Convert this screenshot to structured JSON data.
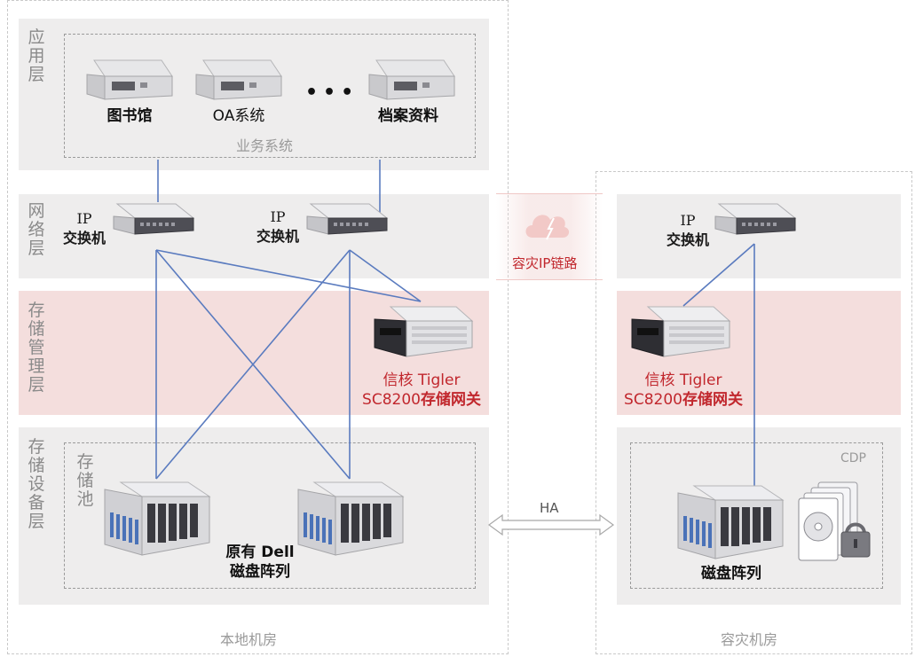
{
  "rooms": {
    "local": "本地机房",
    "dr": "容灾机房"
  },
  "layers": {
    "app": "应用层",
    "network": "网络层",
    "storage_mgmt": "存储管理层",
    "storage_device": "存储设备层"
  },
  "app_layer": {
    "servers": [
      "图书馆",
      "OA系统",
      "档案资料"
    ],
    "ellipsis": "•••",
    "group_label": "业务系统"
  },
  "switches": {
    "line1": "IP",
    "line2": "交换机"
  },
  "link": {
    "label": "容灾IP链路",
    "ha": "HA"
  },
  "gateway": {
    "line1": "信核 Tigler",
    "line2_model": "SC8200",
    "line2_text": "存储网关"
  },
  "storage": {
    "pool": "存储池",
    "local_array_line1": "原有 Dell",
    "local_array_line2": "磁盘阵列",
    "dr_array": "磁盘阵列",
    "cdp": "CDP"
  },
  "colors": {
    "band_gray": "#eeeded",
    "band_pink": "#f4dedd",
    "line_blue": "#5a7bbf",
    "accent_red": "#c1272d"
  }
}
